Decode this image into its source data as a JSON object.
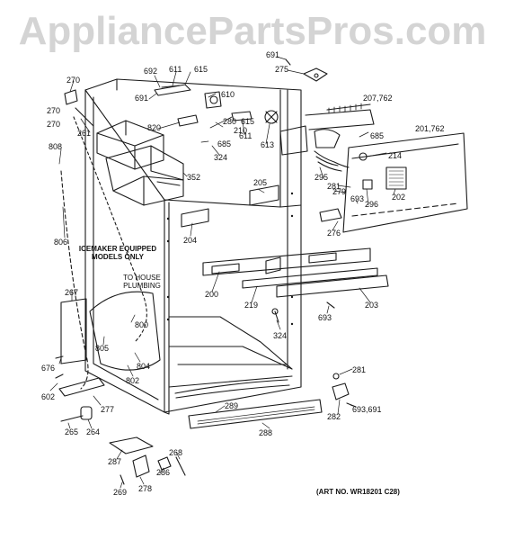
{
  "watermark": "AppliancePartsPros.com",
  "art_number": "(ART NO. WR18201 C28)",
  "notes": {
    "icemaker_line1": "ICEMAKER EQUIPPED",
    "icemaker_line2": "MODELS ONLY",
    "house_line1": "TO HOUSE",
    "house_line2": "PLUMBING"
  },
  "callouts": [
    "691",
    "275",
    "692",
    "611",
    "615",
    "270",
    "691",
    "610",
    "207,762",
    "270",
    "270",
    "820",
    "280",
    "615",
    "261",
    "210",
    "685",
    "611",
    "613",
    "685",
    "201,762",
    "808",
    "214",
    "324",
    "352",
    "295",
    "281",
    "205",
    "279",
    "693",
    "296",
    "202",
    "276",
    "204",
    "806",
    "267",
    "200",
    "219",
    "203",
    "693",
    "800",
    "805",
    "324",
    "804",
    "676",
    "802",
    "281",
    "602",
    "289",
    "282",
    "693,691",
    "277",
    "265",
    "264",
    "288",
    "268",
    "287",
    "286",
    "269",
    "278"
  ]
}
